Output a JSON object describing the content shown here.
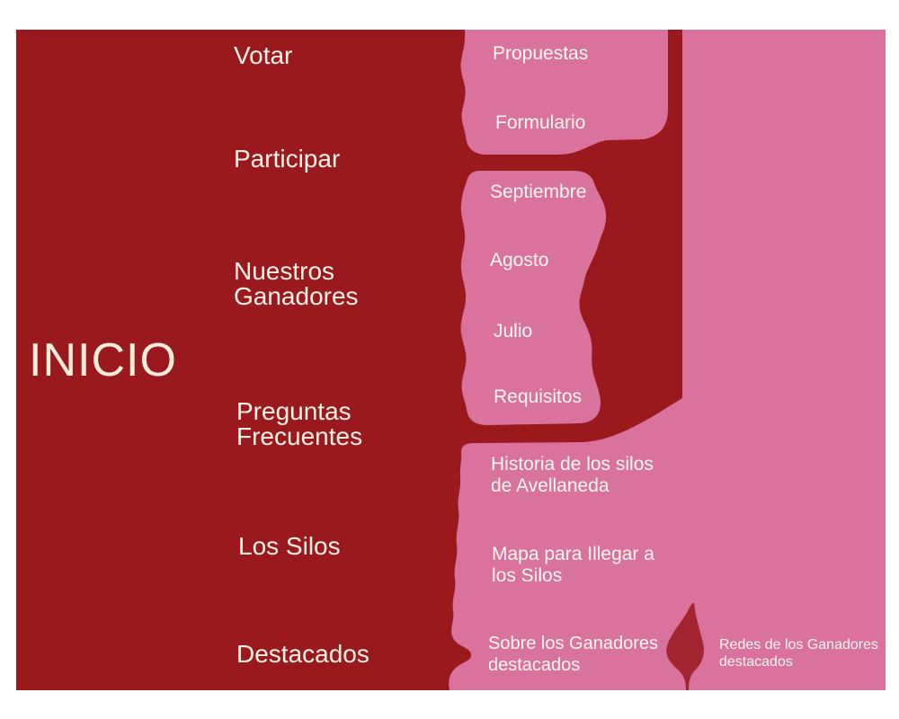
{
  "diagram": {
    "type": "sitemap",
    "root": {
      "label": "INICIO"
    },
    "level1": {
      "votar": "Votar",
      "participar": "Participar",
      "nuestros_ganadores": "Nuestros\nGanadores",
      "preguntas_frecuentes": "Preguntas\nFrecuentes",
      "los_silos": "Los Silos",
      "destacados": "Destacados"
    },
    "level2": {
      "propuestas": "Propuestas",
      "formulario": "Formulario",
      "septiembre": "Septiembre",
      "agosto": "Agosto",
      "julio": "Julio",
      "requisitos": "Requisitos",
      "historia": "Historia de los silos\nde Avellaneda",
      "mapa": "Mapa para Illegar a\nlos Silos",
      "sobre_ganadores": "Sobre los Ganadores\ndestacados",
      "redes_ganadores": "Redes de los Ganadores\ndestacados"
    },
    "colors": {
      "background": "#ffffff",
      "canvas_red": "#9A191D",
      "pink": "#D9739E",
      "divider_red": "#A32531",
      "title_cream": "#F5EDDA",
      "label_cream": "#F7F1E6",
      "sublabel_white": "#FBF7F0"
    }
  }
}
